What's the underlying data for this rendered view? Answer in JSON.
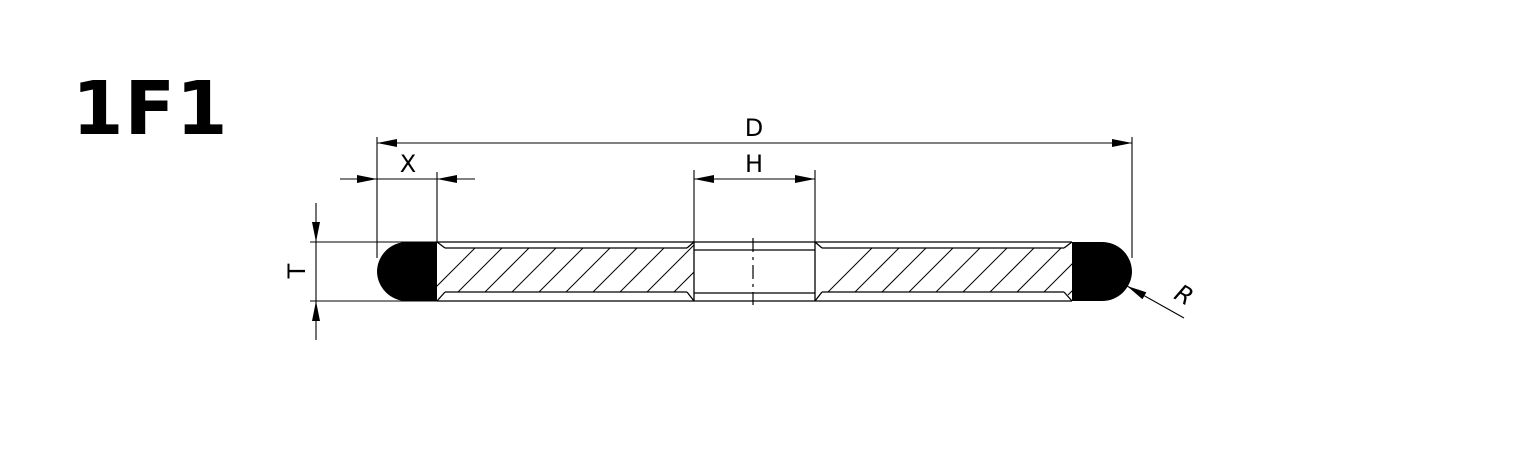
{
  "title": "1F1",
  "diagram": {
    "type": "grinding wheel cross-section",
    "labels": {
      "diameter": "D",
      "abrasive_width": "X",
      "bore": "H",
      "thickness": "T",
      "radius": "R"
    },
    "colors": {
      "line": "#000000",
      "abrasive_fill": "#000000",
      "background": "#ffffff"
    }
  }
}
